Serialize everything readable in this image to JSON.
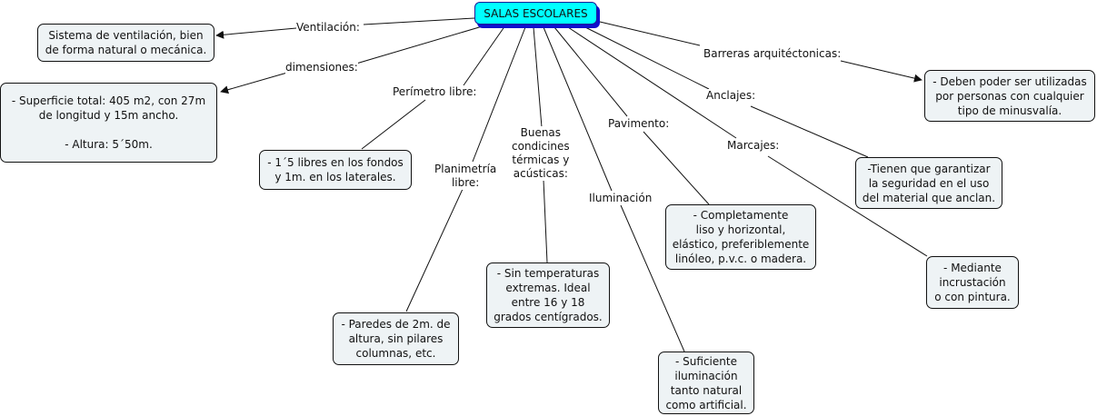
{
  "root": {
    "label": "SALAS ESCOLARES",
    "fill": "#00ffff",
    "shadow": "#1010cc"
  },
  "link_labels": {
    "ventilacion": "Ventilación:",
    "dimensiones": "dimensiones:",
    "perimetro": "Perímetro libre:",
    "planimetria": "Planimetría\nlibre:",
    "buenas": "Buenas\ncondicines\ntérmicas y\nacústicas:",
    "iluminacion": "Iluminación",
    "pavimento": "Pavimento:",
    "marcajes": "Marcajes:",
    "anclajes": "Anclajes:",
    "barreras": "Barreras arquitéctonicas:"
  },
  "nodes": {
    "ventilacion": "Sistema de ventilación, bien\nde forma natural o mecánica.",
    "dimensiones": "- Superficie total: 405 m2, con 27m\nde longitud y 15m ancho.\n\n- Altura: 5´50m.",
    "perimetro": "- 1´5 libres en los fondos\ny 1m. en los laterales.",
    "planimetria": "- Paredes de 2m. de\naltura, sin pilares\ncolumnas, etc.",
    "buenas": "- Sin temperaturas\nextremas. Ideal\nentre 16 y 18\ngrados centígrados.",
    "iluminacion": "- Suficiente\niluminación\ntanto natural\ncomo artificial.",
    "pavimento": "- Completamente\nliso y horizontal,\nelástico, preferiblemente\nlinóleo, p.v.c. o madera.",
    "marcajes": "- Mediante\nincrustación\no con pintura.",
    "anclajes": "-Tienen que garantizar\nla seguridad en el uso\ndel material que anclan.",
    "barreras": "- Deben poder ser utilizadas\npor personas con cualquier\ntipo de minusvalía."
  },
  "colors": {
    "node_fill": "#eef3f5",
    "line": "#111111"
  }
}
